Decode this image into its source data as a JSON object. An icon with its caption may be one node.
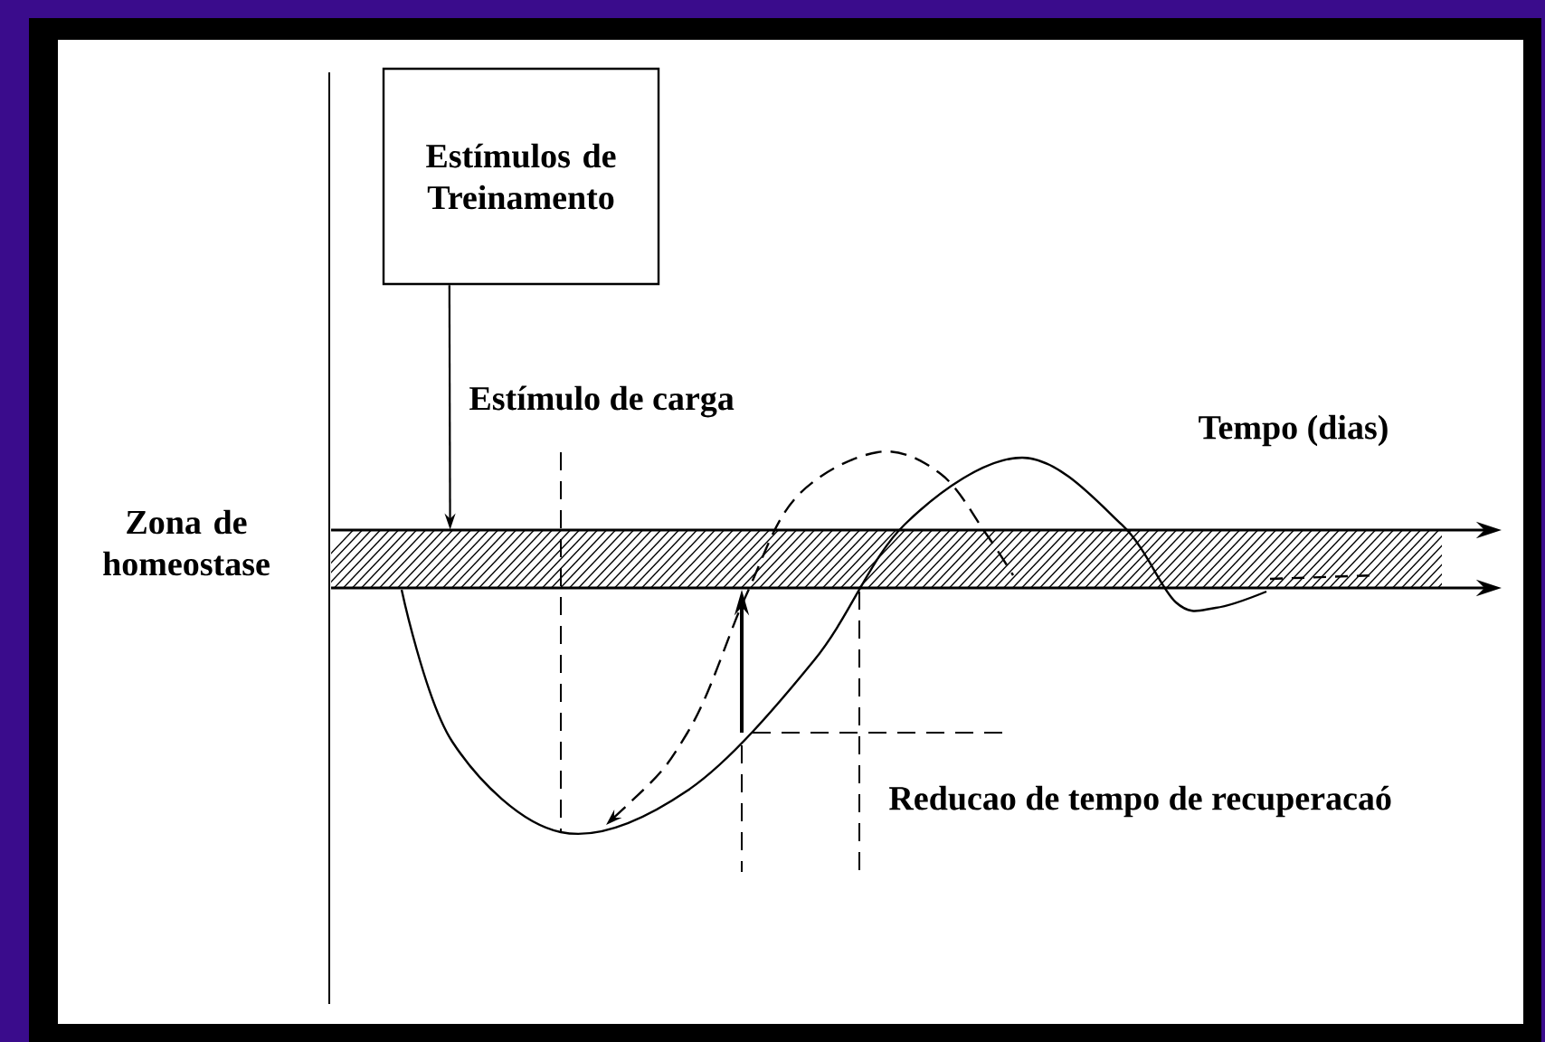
{
  "diagram": {
    "nodes": [
      {
        "text": [
          "Estímulos de Treinamento"
        ]
      },
      {
        "text": [
          "Zona de homeostase"
        ]
      }
    ],
    "edges": [
      {
        "from": 0,
        "to": 1,
        "arrow": "to"
      }
    ],
    "labels": [
      "Estímulo de carga",
      "Tempo (dias)",
      "Reducao de tempo de recuperacaó"
    ]
  }
}
